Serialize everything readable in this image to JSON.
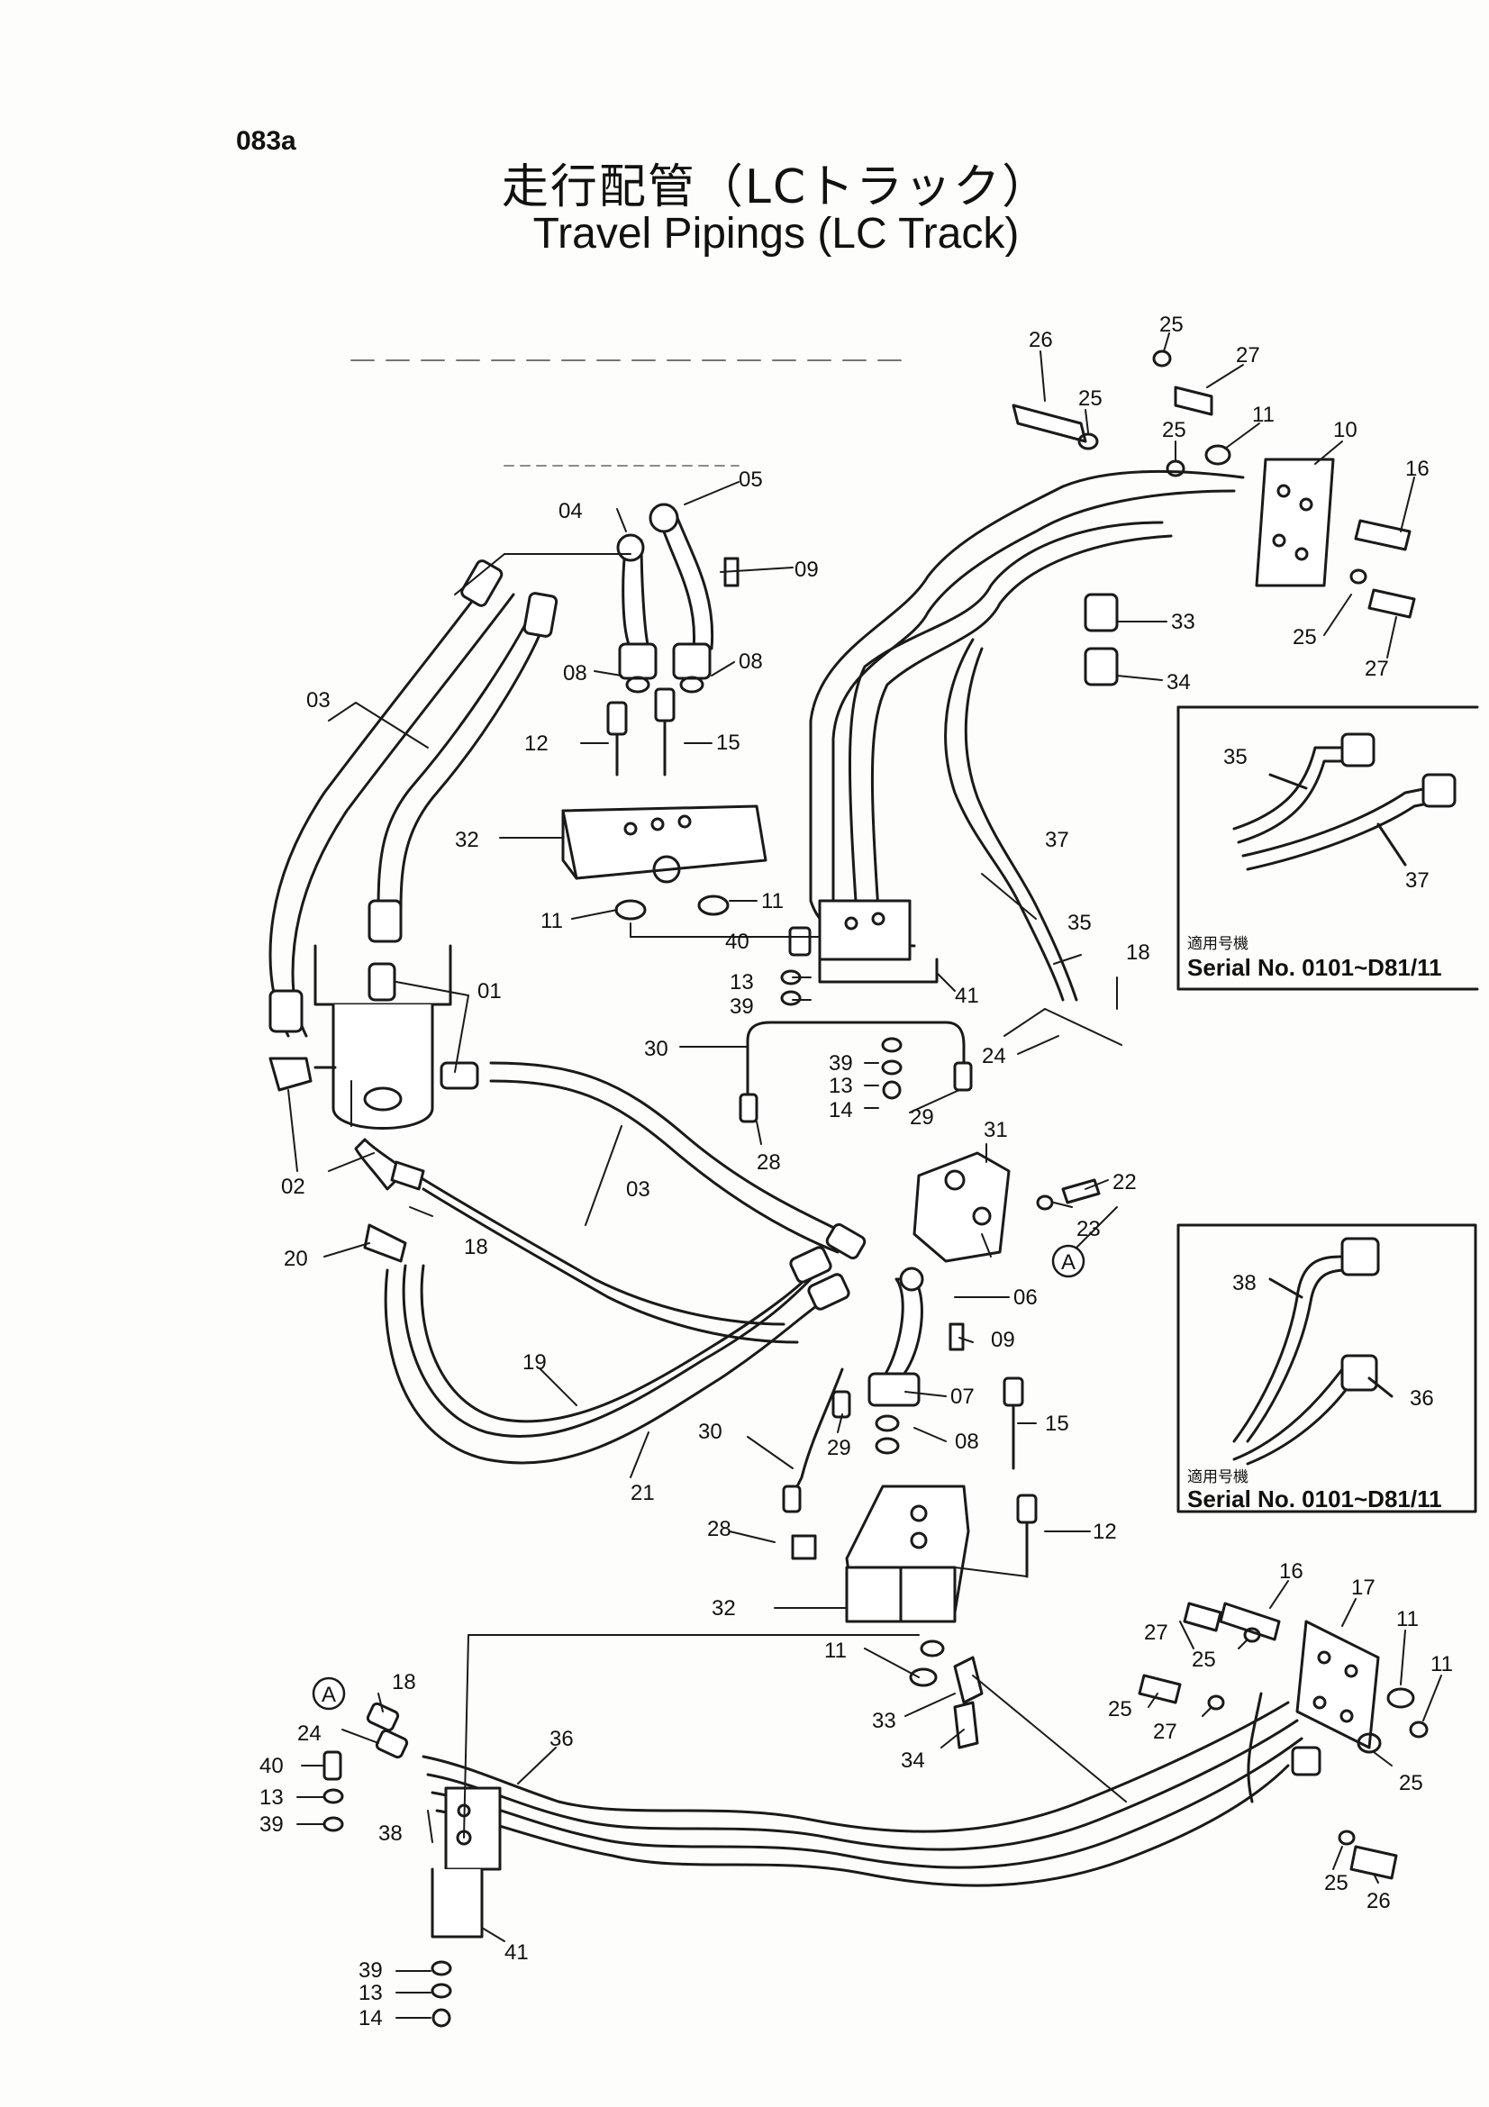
{
  "page": {
    "code": "083a"
  },
  "title": {
    "jp": "走行配管（LCトラック）",
    "en": "Travel Pipings (LC Track)"
  },
  "part_labels": [
    {
      "id": "l26a",
      "text": "26"
    },
    {
      "id": "l25a",
      "text": "25"
    },
    {
      "id": "l25b",
      "text": "25"
    },
    {
      "id": "l27a",
      "text": "27"
    },
    {
      "id": "l25c",
      "text": "25"
    },
    {
      "id": "l11a",
      "text": "11"
    },
    {
      "id": "l10",
      "text": "10"
    },
    {
      "id": "l16a",
      "text": "16"
    },
    {
      "id": "l04",
      "text": "04"
    },
    {
      "id": "l05",
      "text": "05"
    },
    {
      "id": "l09a",
      "text": "09"
    },
    {
      "id": "l08a",
      "text": "08"
    },
    {
      "id": "l08b",
      "text": "08"
    },
    {
      "id": "l03a",
      "text": "03"
    },
    {
      "id": "l12a",
      "text": "12"
    },
    {
      "id": "l15a",
      "text": "15"
    },
    {
      "id": "l33a",
      "text": "33"
    },
    {
      "id": "l34a",
      "text": "34"
    },
    {
      "id": "l25d",
      "text": "25"
    },
    {
      "id": "l27b",
      "text": "27"
    },
    {
      "id": "l32a",
      "text": "32"
    },
    {
      "id": "l11b",
      "text": "11"
    },
    {
      "id": "l11c",
      "text": "11"
    },
    {
      "id": "l37",
      "text": "37"
    },
    {
      "id": "l35",
      "text": "35"
    },
    {
      "id": "l18a",
      "text": "18"
    },
    {
      "id": "l40a",
      "text": "40"
    },
    {
      "id": "l13a",
      "text": "13"
    },
    {
      "id": "l39a",
      "text": "39"
    },
    {
      "id": "l41a",
      "text": "41"
    },
    {
      "id": "l01",
      "text": "01"
    },
    {
      "id": "l30a",
      "text": "30"
    },
    {
      "id": "l39b",
      "text": "39"
    },
    {
      "id": "l13b",
      "text": "13"
    },
    {
      "id": "l14a",
      "text": "14"
    },
    {
      "id": "l29a",
      "text": "29"
    },
    {
      "id": "l24a",
      "text": "24"
    },
    {
      "id": "l31",
      "text": "31"
    },
    {
      "id": "l28a",
      "text": "28"
    },
    {
      "id": "l02",
      "text": "02"
    },
    {
      "id": "l03b",
      "text": "03"
    },
    {
      "id": "l22",
      "text": "22"
    },
    {
      "id": "l23",
      "text": "23"
    },
    {
      "id": "l18b",
      "text": "18"
    },
    {
      "id": "l20",
      "text": "20"
    },
    {
      "id": "l06",
      "text": "06"
    },
    {
      "id": "l09b",
      "text": "09"
    },
    {
      "id": "l07",
      "text": "07"
    },
    {
      "id": "l15b",
      "text": "15"
    },
    {
      "id": "l19",
      "text": "19"
    },
    {
      "id": "l30b",
      "text": "30"
    },
    {
      "id": "l08c",
      "text": "08"
    },
    {
      "id": "l29b",
      "text": "29"
    },
    {
      "id": "l21",
      "text": "21"
    },
    {
      "id": "l28b",
      "text": "28"
    },
    {
      "id": "l12b",
      "text": "12"
    },
    {
      "id": "l16b",
      "text": "16"
    },
    {
      "id": "l17",
      "text": "17"
    },
    {
      "id": "l32b",
      "text": "32"
    },
    {
      "id": "l11d",
      "text": "11"
    },
    {
      "id": "l27c",
      "text": "27"
    },
    {
      "id": "l25e",
      "text": "25"
    },
    {
      "id": "l11e",
      "text": "11"
    },
    {
      "id": "l25f",
      "text": "25"
    },
    {
      "id": "l27d",
      "text": "27"
    },
    {
      "id": "l25g",
      "text": "25"
    },
    {
      "id": "l18c",
      "text": "18"
    },
    {
      "id": "l33b",
      "text": "33"
    },
    {
      "id": "l36",
      "text": "36"
    },
    {
      "id": "l24b",
      "text": "24"
    },
    {
      "id": "l34b",
      "text": "34"
    },
    {
      "id": "l11f",
      "text": "11"
    },
    {
      "id": "l40b",
      "text": "40"
    },
    {
      "id": "l38",
      "text": "38"
    },
    {
      "id": "l13c",
      "text": "13"
    },
    {
      "id": "l39c",
      "text": "39"
    },
    {
      "id": "l25h",
      "text": "25"
    },
    {
      "id": "l26b",
      "text": "26"
    },
    {
      "id": "l39d",
      "text": "39"
    },
    {
      "id": "l41b",
      "text": "41"
    },
    {
      "id": "l13d",
      "text": "13"
    },
    {
      "id": "l14b",
      "text": "14"
    }
  ],
  "markers": {
    "a_right": "A",
    "a_left": "A"
  },
  "insets": [
    {
      "labels": [
        "35",
        "37"
      ],
      "applicable_jp": "適用号機",
      "serial": "Serial No. 0101~D81/11"
    },
    {
      "labels": [
        "38",
        "36"
      ],
      "applicable_jp": "適用号機",
      "serial": "Serial No. 0101~D81/11"
    }
  ]
}
